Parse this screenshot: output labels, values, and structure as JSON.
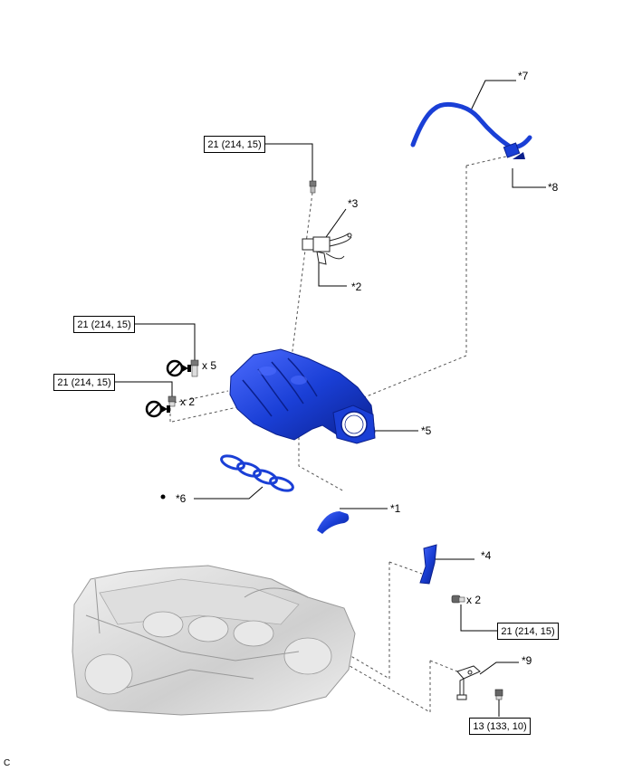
{
  "callouts": {
    "c1": "*1",
    "c2": "*2",
    "c3": "*3",
    "c4": "*4",
    "c5": "*5",
    "c6": "*6",
    "c7": "*7",
    "c8": "*8",
    "c9": "*9"
  },
  "torque": {
    "t_top": "21 (214, 15)",
    "t_left1": "21 (214, 15)",
    "t_left2": "21 (214, 15)",
    "t_right": "21 (214, 15)",
    "t_bottom": "13 (133, 10)"
  },
  "qty": {
    "q5": "x 5",
    "q2a": "x 2",
    "q2b": "x 2"
  },
  "footer": {
    "code": "C"
  },
  "colors": {
    "part_blue": "#1a3fd6",
    "part_dark": "#0a1f8c",
    "engine_gray": "#c8c8c8"
  }
}
